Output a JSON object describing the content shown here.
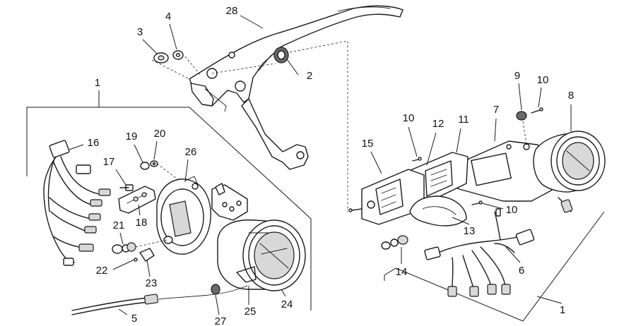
{
  "callouts": [
    {
      "id": "c28",
      "text": "28"
    },
    {
      "id": "c3",
      "text": "3"
    },
    {
      "id": "c4",
      "text": "4"
    },
    {
      "id": "c2",
      "text": "2"
    },
    {
      "id": "c1a",
      "text": "1"
    },
    {
      "id": "c16",
      "text": "16"
    },
    {
      "id": "c19",
      "text": "19"
    },
    {
      "id": "c20",
      "text": "20"
    },
    {
      "id": "c17",
      "text": "17"
    },
    {
      "id": "c26",
      "text": "26"
    },
    {
      "id": "c18",
      "text": "18"
    },
    {
      "id": "c21",
      "text": "21"
    },
    {
      "id": "c22",
      "text": "22"
    },
    {
      "id": "c23",
      "text": "23"
    },
    {
      "id": "c5",
      "text": "5"
    },
    {
      "id": "c27",
      "text": "27"
    },
    {
      "id": "c25",
      "text": "25"
    },
    {
      "id": "c24",
      "text": "24"
    },
    {
      "id": "c9",
      "text": "9"
    },
    {
      "id": "c10a",
      "text": "10"
    },
    {
      "id": "c8",
      "text": "8"
    },
    {
      "id": "c10b",
      "text": "10"
    },
    {
      "id": "c12",
      "text": "12"
    },
    {
      "id": "c11",
      "text": "11"
    },
    {
      "id": "c7",
      "text": "7"
    },
    {
      "id": "c15",
      "text": "15"
    },
    {
      "id": "c10c",
      "text": "10"
    },
    {
      "id": "c13",
      "text": "13"
    },
    {
      "id": "c14",
      "text": "14"
    },
    {
      "id": "c6",
      "text": "6"
    },
    {
      "id": "c1b",
      "text": "1"
    }
  ]
}
